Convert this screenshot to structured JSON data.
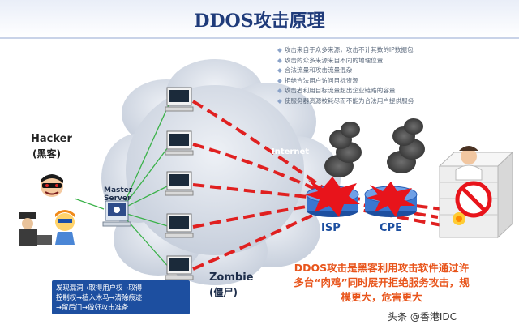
{
  "title": "DDOS攻击原理",
  "hacker_label": "Hacker",
  "hacker_cn": "(黑客)",
  "master_label_1": "Master",
  "master_label_2": "Server",
  "internet_label": "Internet",
  "isp_label": "ISP",
  "cpe_label": "CPE",
  "zombie_label": "Zombie",
  "zombie_cn": "(僵尸)",
  "bullets": [
    "攻击来自于众多来源，攻击不计其数的IP数据包",
    "攻击的众多来源来自不同的地理位置",
    "合法流量和攻击流量混杂",
    "拒绝合法用户访问目标资源",
    "攻击者利用目标流量超出企业链路的容量",
    "使服务器资源被耗尽而不能为合法用户提供服务"
  ],
  "note_lines": [
    "发现漏洞→取得用户权→取得",
    "控制权→植入木马→清除痕迹",
    "→留后门→做好攻击准备"
  ],
  "desc_lines": [
    "DDOS攻击是黑客利用攻击软件通过许",
    "多台“肉鸡”同时展开拒绝服务攻击，规",
    "模更大，危害更大"
  ],
  "watermark": "头条 @香港IDC",
  "colors": {
    "attack": "#e02020",
    "control": "#3bb24a",
    "cloud": "#d6dde8",
    "title": "#1f3b7a",
    "orange": "#e8551c"
  }
}
